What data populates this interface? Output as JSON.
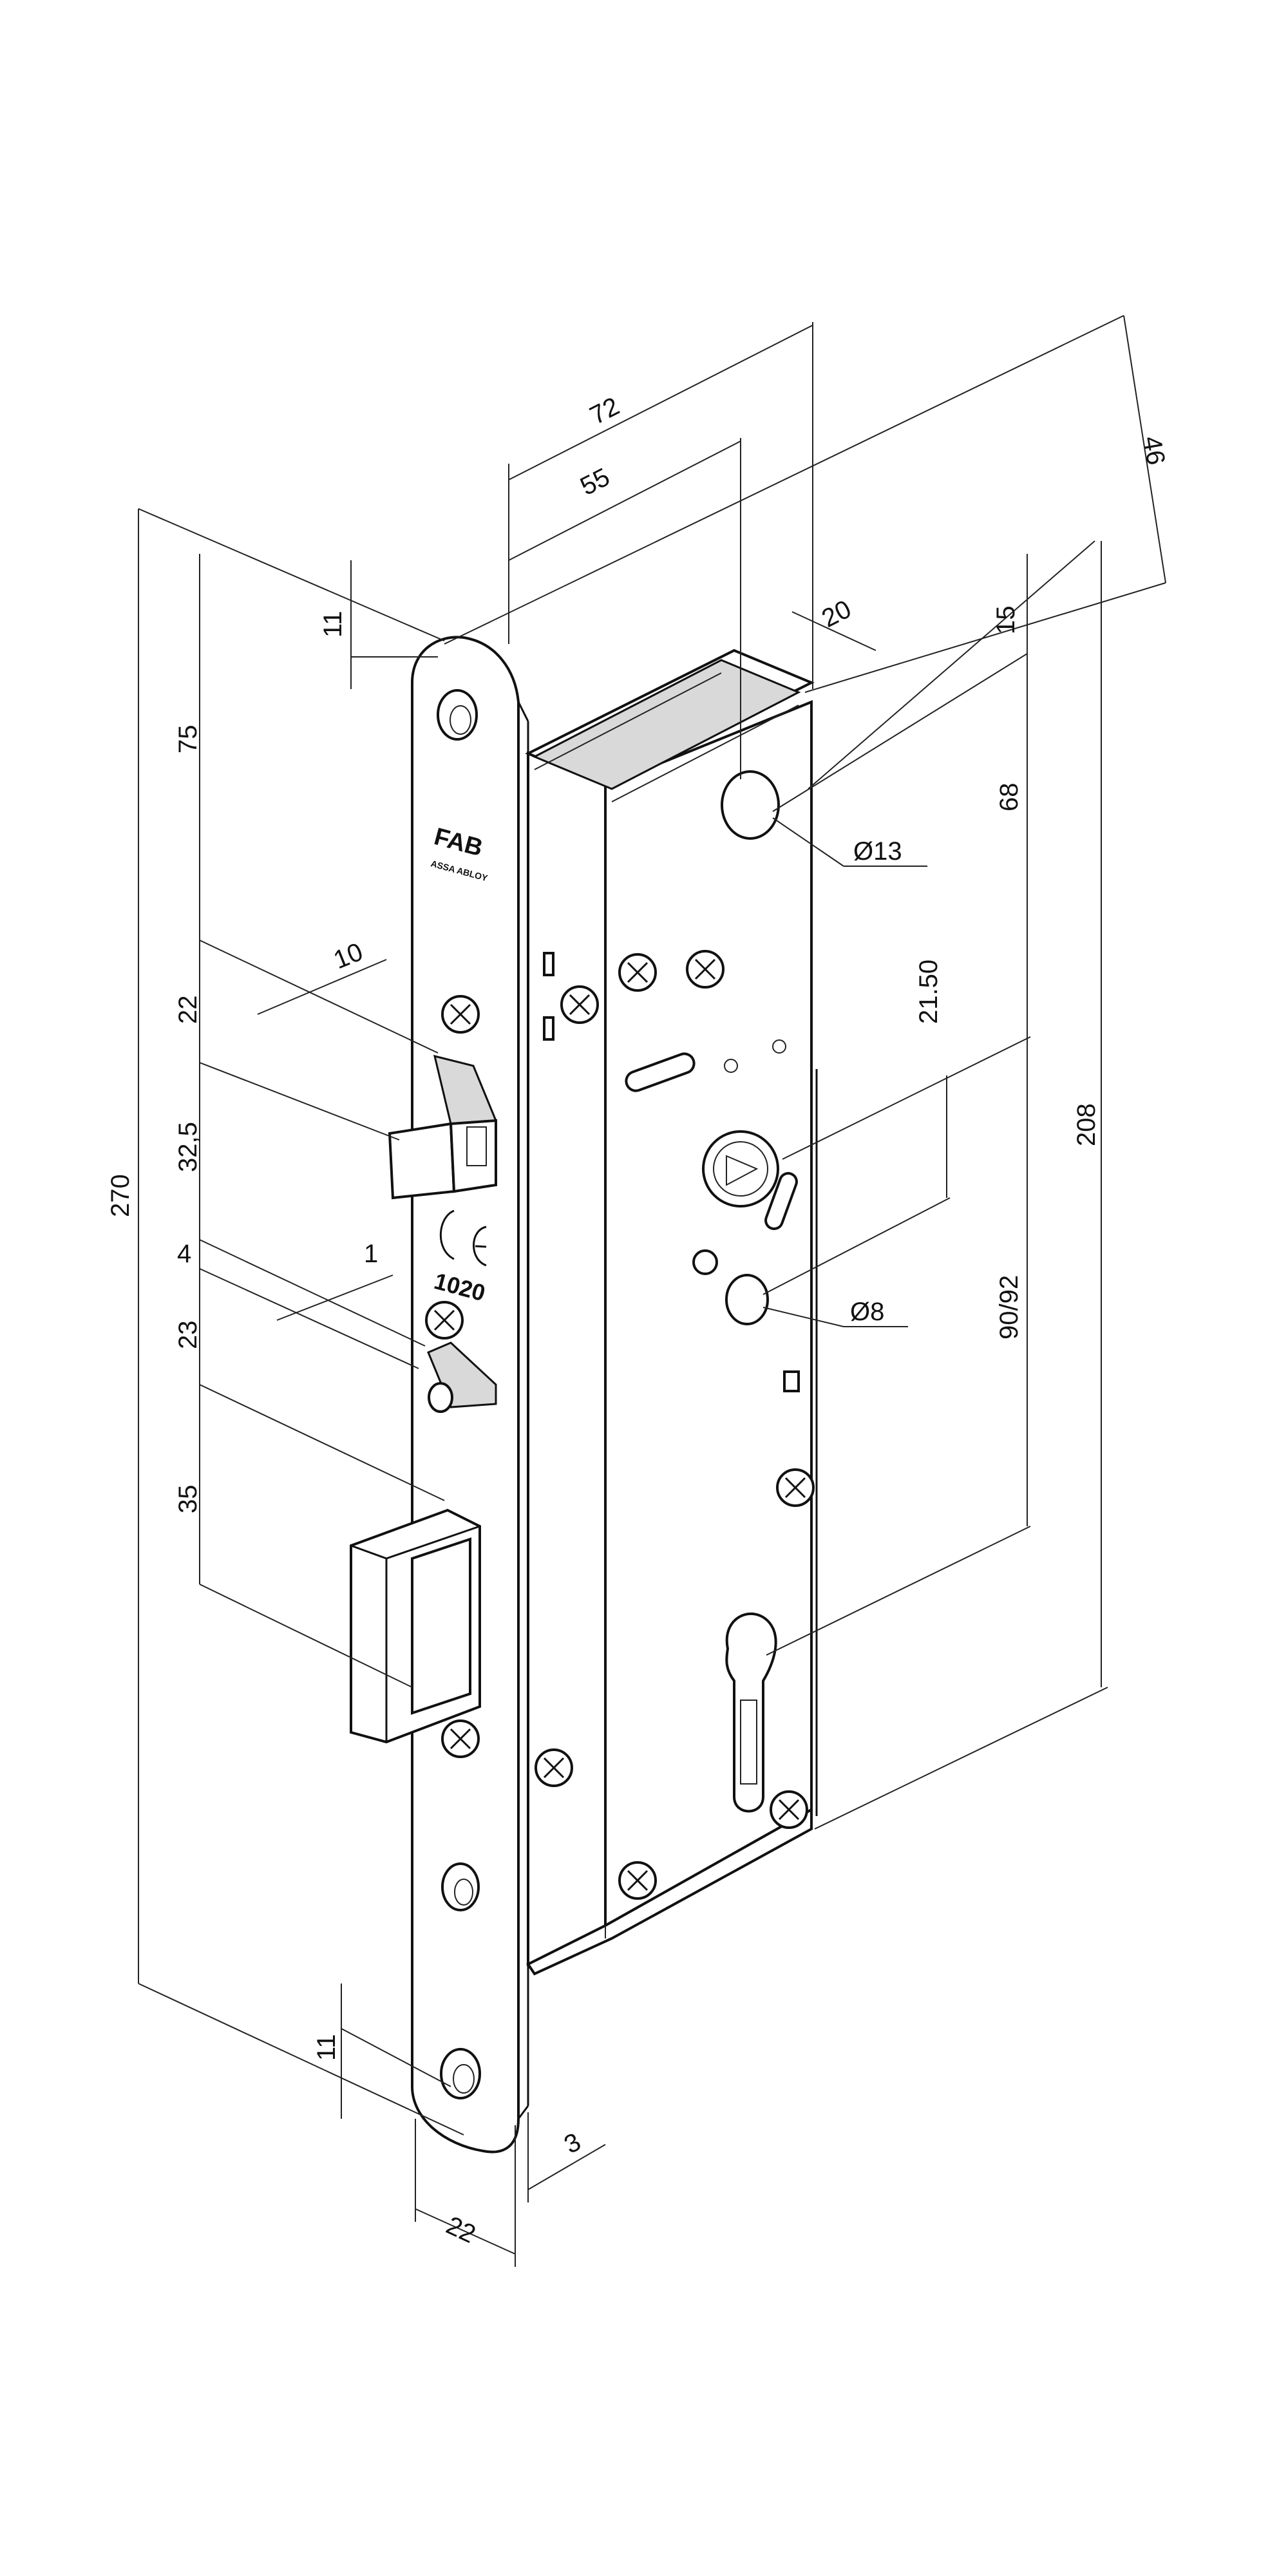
{
  "dimensions": {
    "d72": "72",
    "d55": "55",
    "d46": "46",
    "d20": "20",
    "d15": "15",
    "d11_top": "11",
    "d75": "75",
    "d270": "270",
    "d10": "10",
    "d22_latch": "22",
    "d32_5": "32,5",
    "d4": "4",
    "d1": "1",
    "d23": "23",
    "d35": "35",
    "d68": "68",
    "d208": "208",
    "d21_50": "21.50",
    "d90_92": "90/92",
    "d13": "Ø13",
    "d8": "Ø8",
    "d11_bottom": "11",
    "d3": "3",
    "d22_bottom": "22"
  },
  "faceplate": {
    "brand": "FAB",
    "brand_sub": "ASSA ABLOY",
    "model": "1020"
  },
  "colors": {
    "line": "#111111",
    "background": "#ffffff"
  }
}
